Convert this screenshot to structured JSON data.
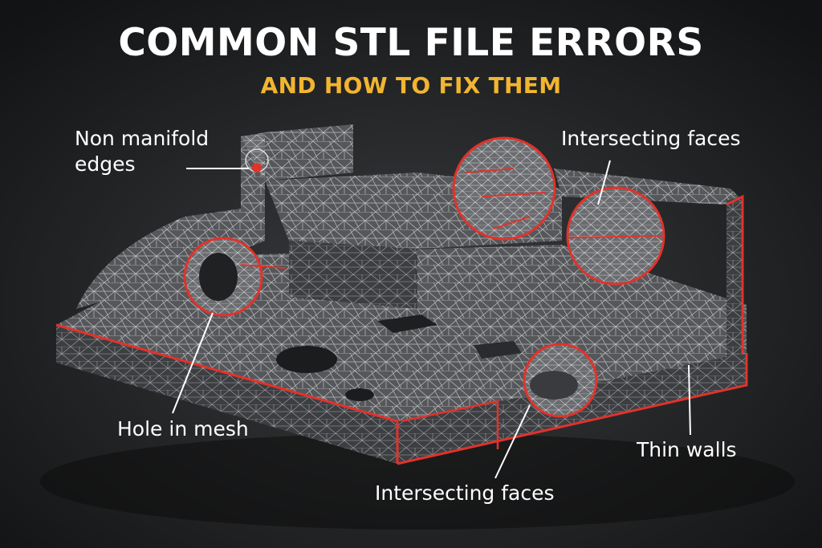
{
  "header": {
    "title": "COMMON STL FILE ERRORS",
    "subtitle": "AND HOW TO FIX THEM"
  },
  "callouts": {
    "non_manifold_line1": "Non manifold",
    "non_manifold_line2": "edges",
    "intersecting_top": "Intersecting faces",
    "hole": "Hole in mesh",
    "thin_walls": "Thin walls",
    "intersecting_bottom": "Intersecting faces"
  },
  "colors": {
    "background": "#1a1b1d",
    "mesh_fill": "#5a5c60",
    "mesh_line": "#d8d8d8",
    "highlight": "#e0332b",
    "title": "#ffffff",
    "subtitle": "#f2b530"
  }
}
